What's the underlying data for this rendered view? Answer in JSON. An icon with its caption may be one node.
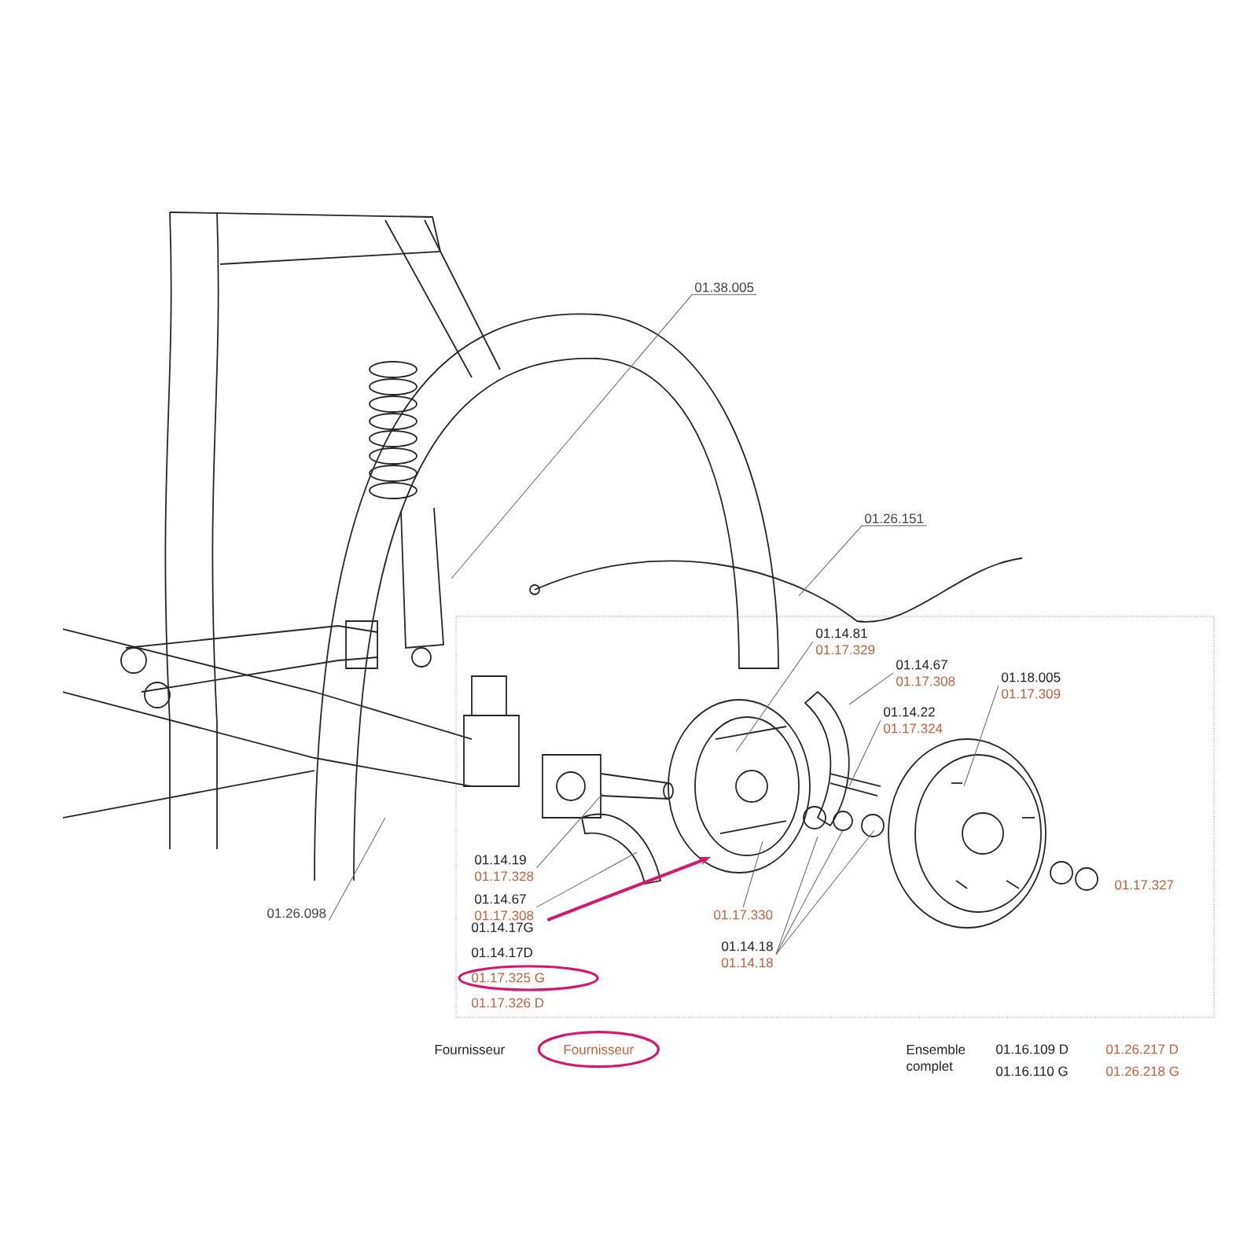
{
  "diagram": {
    "nodes": [
      {
        "text": [
          "01.38.005"
        ]
      },
      {
        "text": [
          "01.26.151"
        ]
      },
      {
        "text": [
          "01.26.098"
        ]
      },
      {
        "text": [
          "01.14.81",
          "01.17.329"
        ]
      },
      {
        "text": [
          "01.14.67",
          "01.17.308"
        ]
      },
      {
        "text": [
          "01.14.22",
          "01.17.324"
        ]
      },
      {
        "text": [
          "01.18.005",
          "01.17.309"
        ]
      },
      {
        "text": [
          "01.17.327"
        ]
      },
      {
        "text": [
          "01.14.19",
          "01.17.328"
        ]
      },
      {
        "text": [
          "01.14.67",
          "01.17.308"
        ]
      },
      {
        "text": [
          "01.17.330"
        ]
      },
      {
        "text": [
          "01.14.18",
          "01.14.18"
        ]
      },
      {
        "text": [
          "01.14.17G",
          "01.14.17D",
          "01.17.325 G",
          "01.17.326 D"
        ]
      }
    ],
    "edges": [
      {
        "from": 0,
        "to": null,
        "arrow": "none"
      },
      {
        "from": 1,
        "to": null,
        "arrow": "none"
      },
      {
        "from": 2,
        "to": null,
        "arrow": "none"
      },
      {
        "from": 3,
        "to": null,
        "arrow": "none"
      },
      {
        "from": 4,
        "to": null,
        "arrow": "none"
      },
      {
        "from": 5,
        "to": null,
        "arrow": "none"
      },
      {
        "from": 6,
        "to": null,
        "arrow": "none"
      },
      {
        "from": 8,
        "to": null,
        "arrow": "none"
      },
      {
        "from": 9,
        "to": null,
        "arrow": "none"
      },
      {
        "from": 10,
        "to": null,
        "arrow": "none"
      },
      {
        "from": 11,
        "to": null,
        "arrow": "none"
      },
      {
        "from": 11,
        "to": null,
        "arrow": "none"
      },
      {
        "from": 11,
        "to": null,
        "arrow": "none"
      },
      {
        "from": 12,
        "to": null,
        "arrow": "to",
        "style": "thick",
        "color": "#d4186c"
      }
    ],
    "labels": [
      "Fournisseur",
      "Fournisseur",
      "Ensemble complet",
      "01.16.109 D",
      "01.26.217 D",
      "01.16.110 G",
      "01.26.218 G"
    ]
  }
}
